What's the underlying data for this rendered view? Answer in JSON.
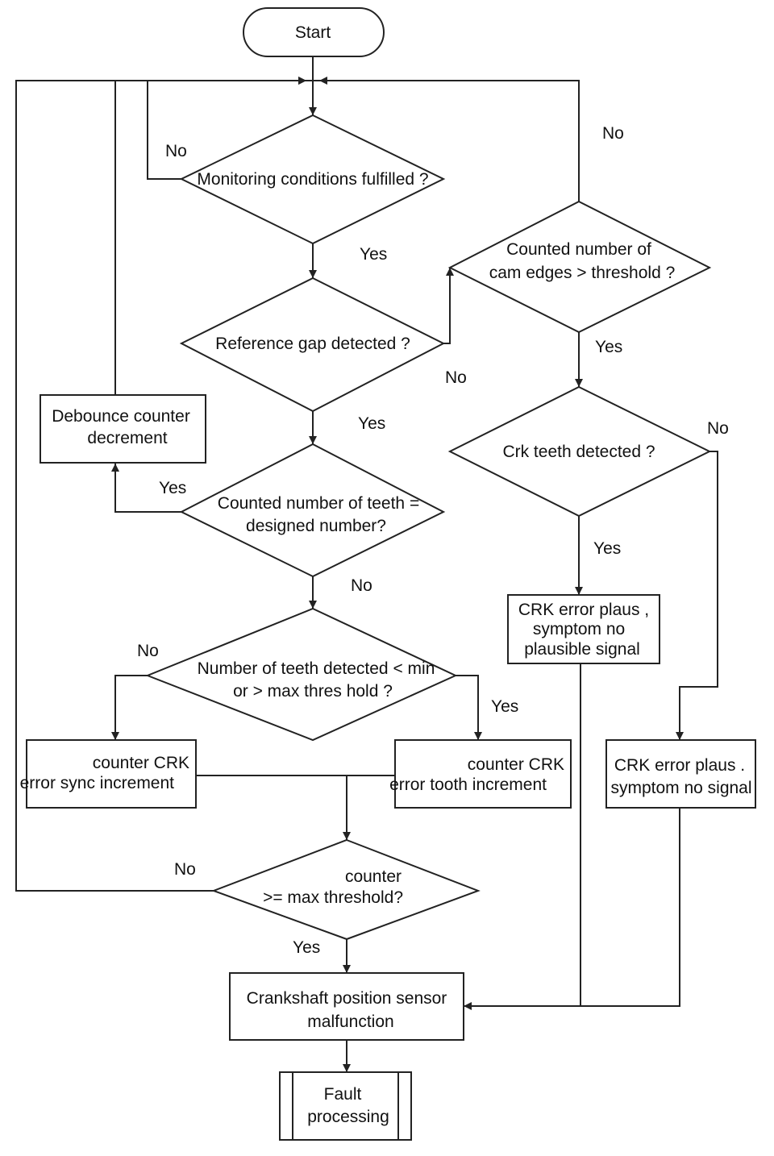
{
  "nodes": {
    "start": [
      "Start"
    ],
    "monitoring": [
      "Monitoring conditions fulfilled ?"
    ],
    "reference_gap": [
      "Reference gap detected ?"
    ],
    "teeth_equal": [
      "Counted number of teeth =",
      "designed number?"
    ],
    "teeth_range": [
      "Number of teeth detected < min",
      "or > max thres hold ?"
    ],
    "debounce": [
      "Debounce counter",
      "decrement"
    ],
    "cam_edges": [
      "Counted number of",
      "cam edges > threshold ?"
    ],
    "crk_teeth": [
      "Crk teeth detected ?"
    ],
    "plaus_signal": [
      "CRK error plaus ,",
      "symptom no",
      "plausible signal"
    ],
    "plaus_no_signal": [
      "CRK error plaus .",
      "symptom no signal"
    ],
    "sync_increment": [
      "counter CRK",
      "error sync increment"
    ],
    "tooth_increment": [
      "counter CRK",
      "error tooth increment"
    ],
    "counter_max": [
      "counter",
      ">= max threshold?"
    ],
    "malfunction": [
      "Crankshaft position sensor",
      "malfunction"
    ],
    "fault": [
      "Fault",
      "processing"
    ]
  },
  "edges": {
    "monitoring_no": "No",
    "monitoring_yes": "Yes",
    "gap_no": "No",
    "gap_yes": "Yes",
    "teeth_equal_yes": "Yes",
    "teeth_equal_no": "No",
    "range_no": "No",
    "range_yes": "Yes",
    "cam_no": "No",
    "cam_yes": "Yes",
    "crk_no": "No",
    "crk_yes": "Yes",
    "counter_no": "No",
    "counter_yes": "Yes"
  }
}
